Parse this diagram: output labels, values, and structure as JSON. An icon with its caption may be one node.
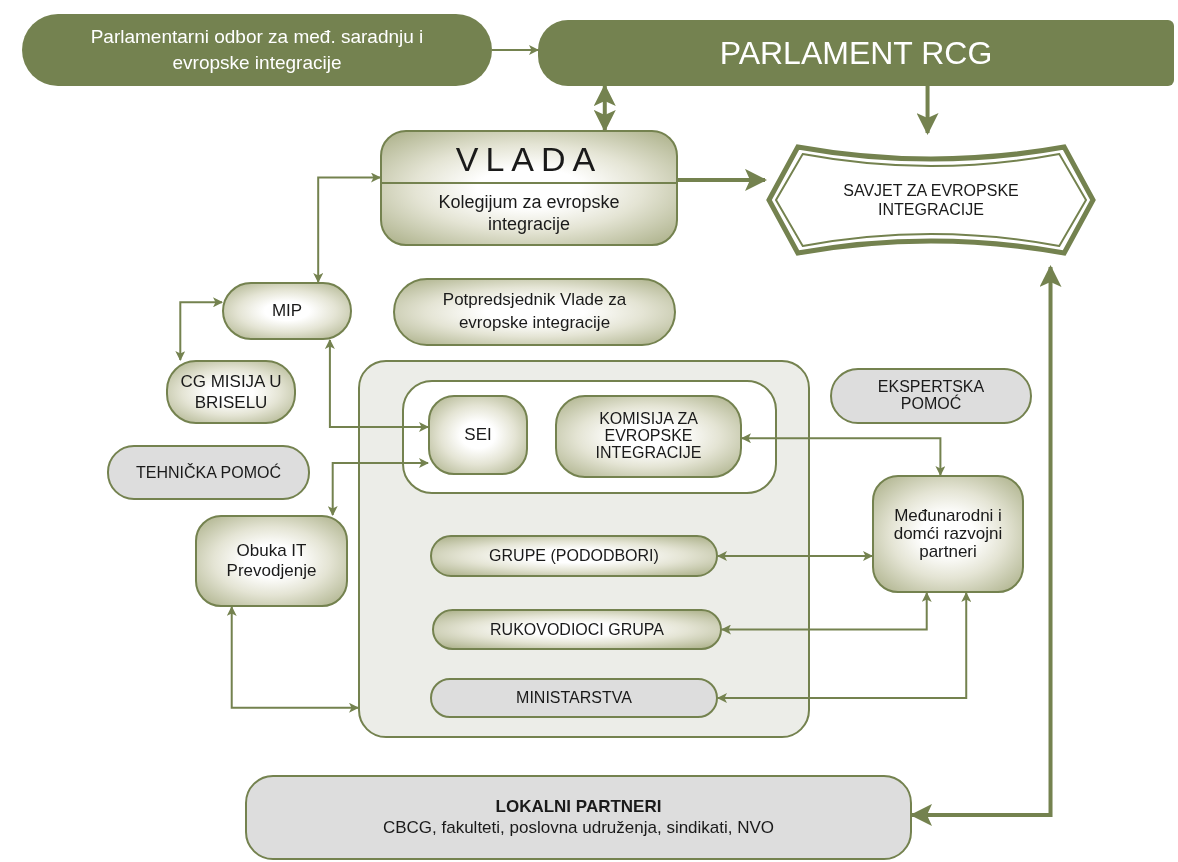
{
  "diagram": {
    "nodes": [
      {
        "text": [
          "Parlamentarni odbor za međ. saradnju i evropske integracije"
        ]
      },
      {
        "text": [
          "PARLAMENT RCG"
        ]
      },
      {
        "text": [
          "VLADA",
          "Kolegijum za evropske integracije"
        ]
      },
      {
        "text": [
          "SAVJET ZA EVROPSKE INTEGRACIJE"
        ]
      },
      {
        "text": [
          "MIP"
        ]
      },
      {
        "text": [
          "Potpredsjednik Vlade za evropske integracije"
        ]
      },
      {
        "text": [
          "CG MISIJA U BRISELU"
        ]
      },
      {
        "text": [],
        "shape": "box"
      },
      {
        "text": [],
        "shape": "box",
        "in": 7
      },
      {
        "text": [
          "SEI"
        ],
        "in": 8
      },
      {
        "text": [
          "KOMISIJA ZA EVROPSKE INTEGRACIJE"
        ],
        "in": 8
      },
      {
        "text": [
          "EKSPERTSKA POMOĆ"
        ]
      },
      {
        "text": [
          "TEHNIČKA POMOĆ"
        ]
      },
      {
        "text": [
          "Obuka IT Prevodjenje"
        ]
      },
      {
        "text": [
          "Međunarodni i domći razvojni partneri"
        ]
      },
      {
        "text": [
          "GRUPE (PODODBORI)"
        ],
        "in": 7
      },
      {
        "text": [
          "RUKOVODIOCI GRUPA"
        ],
        "in": 7
      },
      {
        "text": [
          "MINISTARSTVA"
        ],
        "in": 7
      },
      {
        "text": [
          "LOKALNI PARTNERI",
          "CBCG, fakulteti, poslovna udruženja, sindikati, NVO"
        ]
      }
    ],
    "edges": [
      {
        "from": 0,
        "to": 1,
        "arrow": "to"
      },
      {
        "from": 1,
        "to": 2,
        "arrow": "both",
        "style": "thick"
      },
      {
        "from": 1,
        "to": 3,
        "arrow": "to",
        "style": "thick"
      },
      {
        "from": 2,
        "to": 3,
        "arrow": "to",
        "style": "thick"
      },
      {
        "from": 2,
        "to": 4,
        "arrow": "both"
      },
      {
        "from": 4,
        "to": 6,
        "arrow": "both"
      },
      {
        "from": 4,
        "to": 9,
        "arrow": "both"
      },
      {
        "from": 9,
        "to": 13,
        "arrow": "both"
      },
      {
        "from": 13,
        "to": 7,
        "arrow": "both"
      },
      {
        "from": 10,
        "to": 14,
        "arrow": "both"
      },
      {
        "from": 15,
        "to": 14,
        "arrow": "both"
      },
      {
        "from": 16,
        "to": 14,
        "arrow": "both"
      },
      {
        "from": 17,
        "to": 14,
        "arrow": "both"
      },
      {
        "from": 18,
        "to": 3,
        "arrow": "both",
        "style": "thick"
      }
    ]
  }
}
